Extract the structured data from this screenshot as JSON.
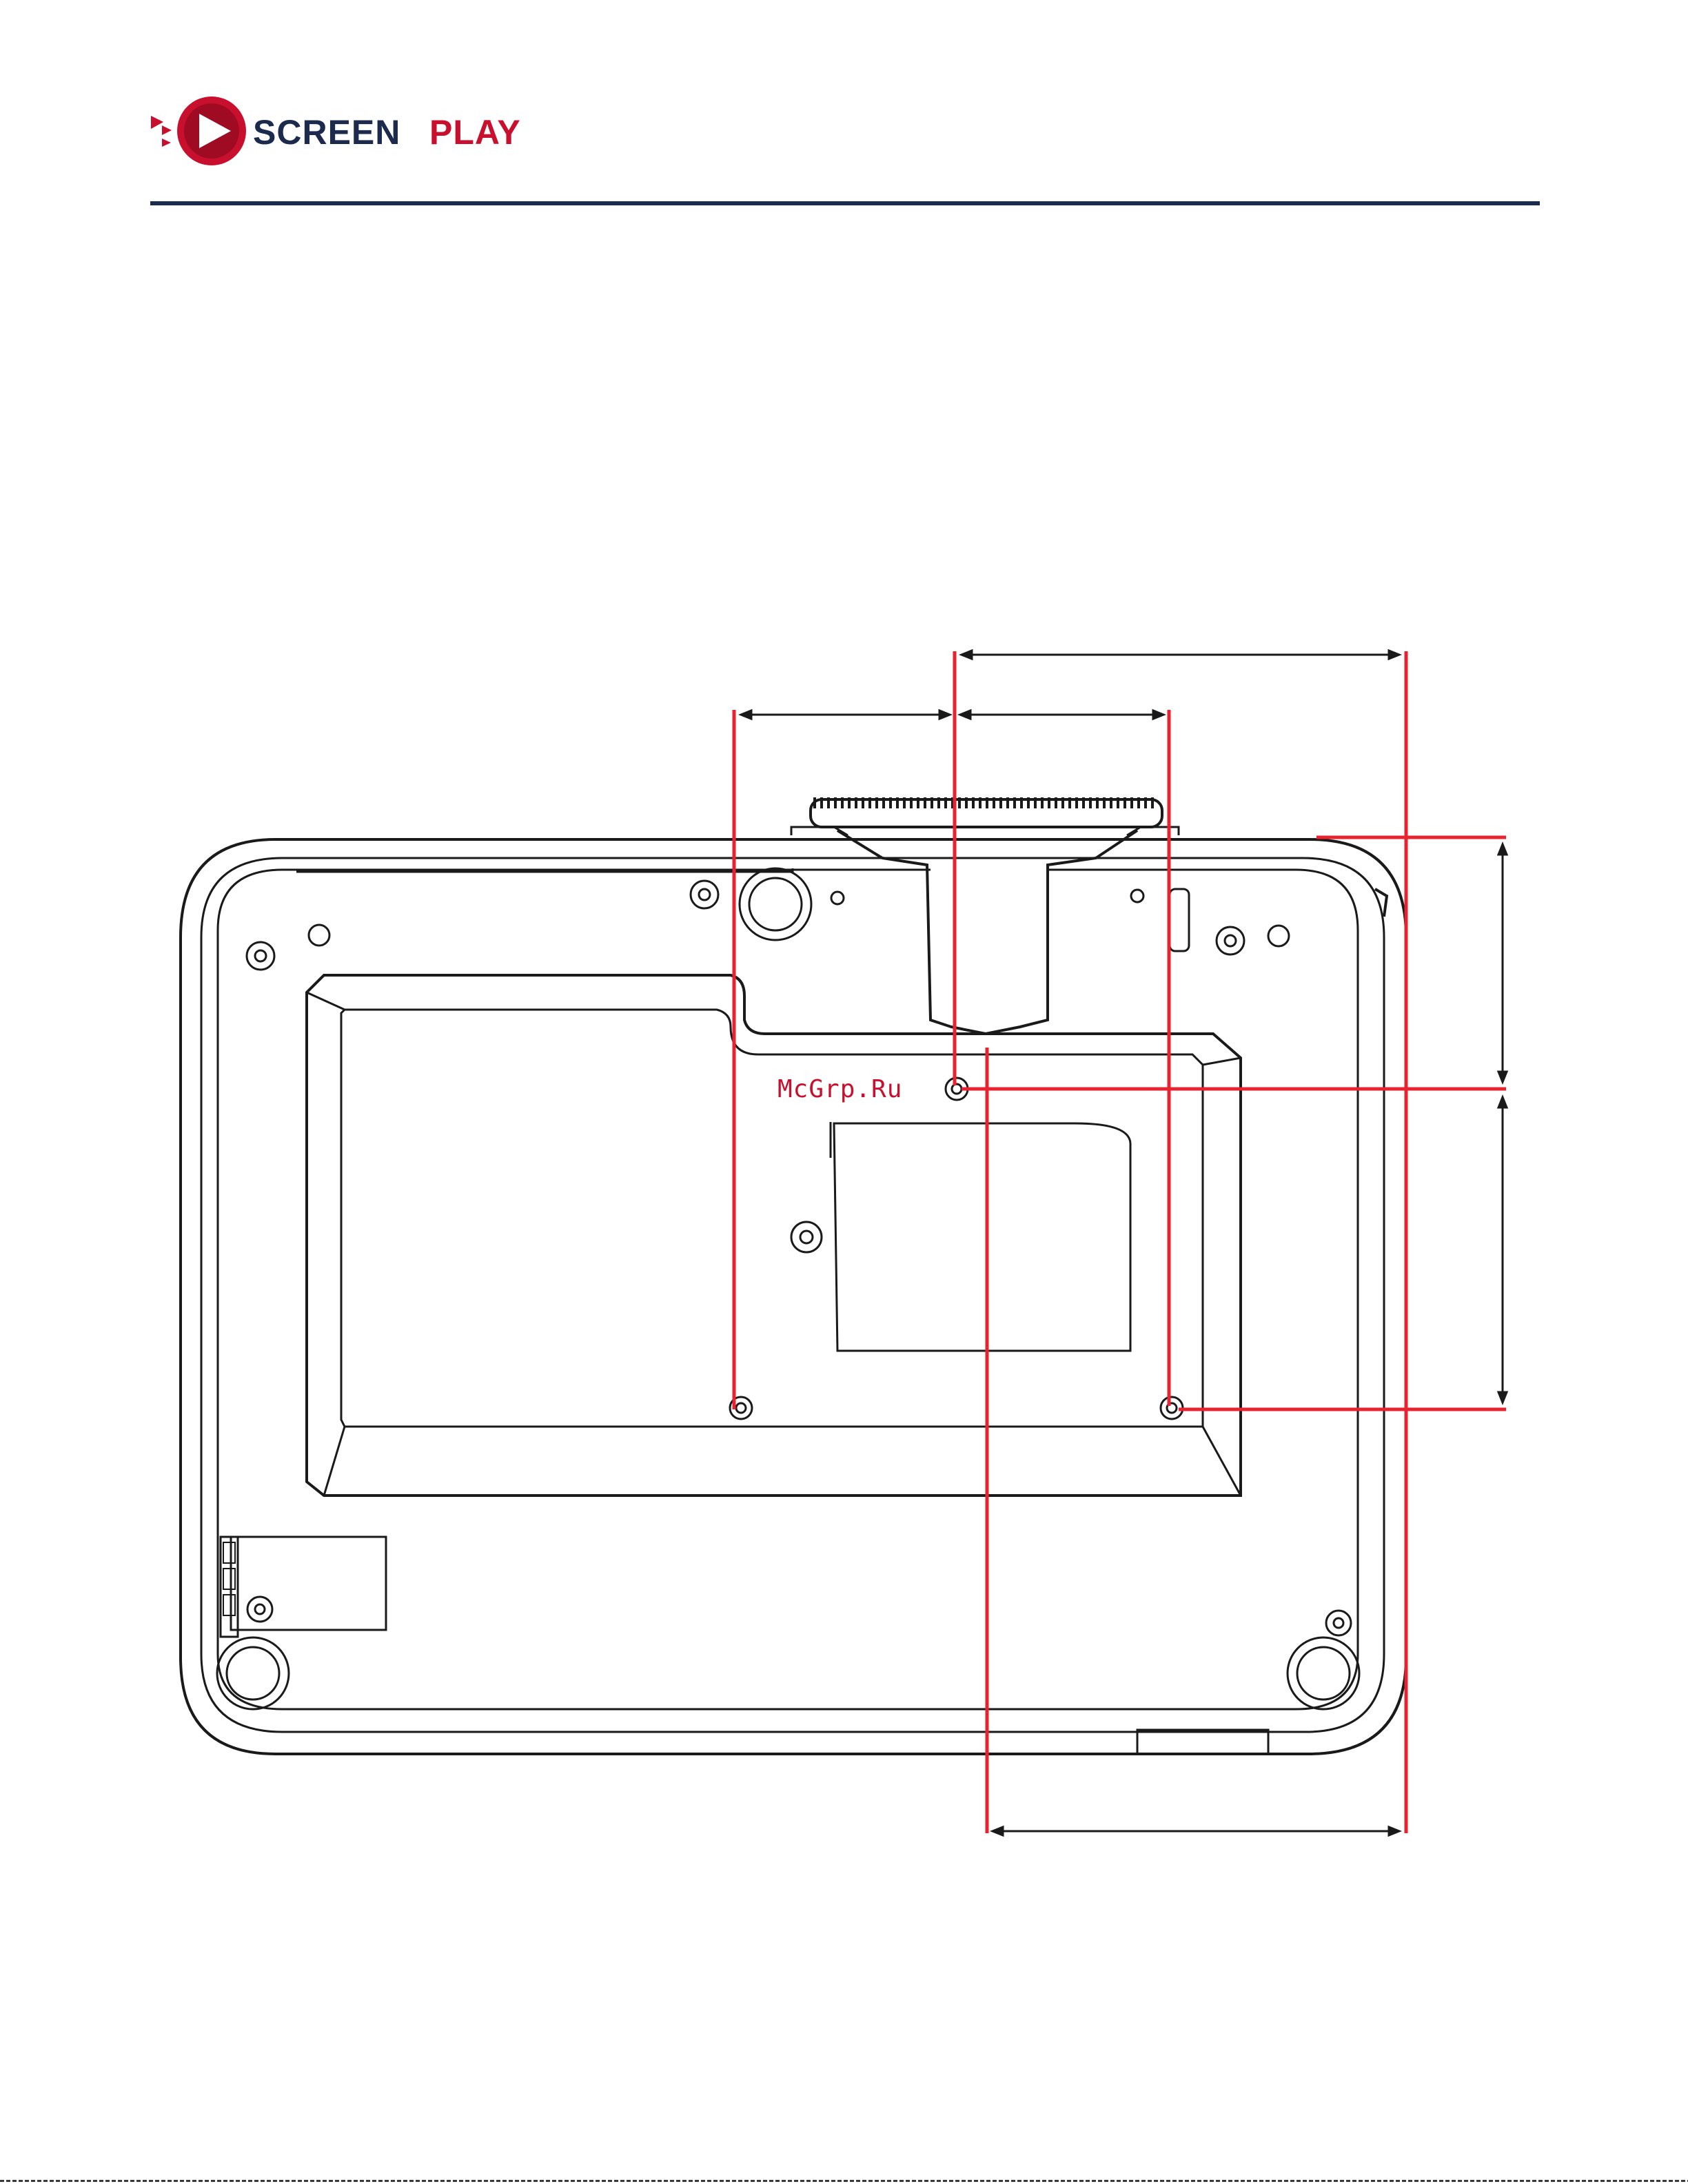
{
  "header": {
    "brand": {
      "word_dark": "SCREEN",
      "word_red": "PLAY"
    }
  },
  "watermark": "McGrp.Ru",
  "colors": {
    "brand_red": "#c8102e",
    "brand_navy": "#1c2a4e",
    "rule_navy": "#1c2a4e",
    "outline": "#1a1a1a",
    "measure_red": "#e8232f",
    "watermark_red": "#c8102e"
  },
  "icons": [
    "play-logo-icon"
  ]
}
